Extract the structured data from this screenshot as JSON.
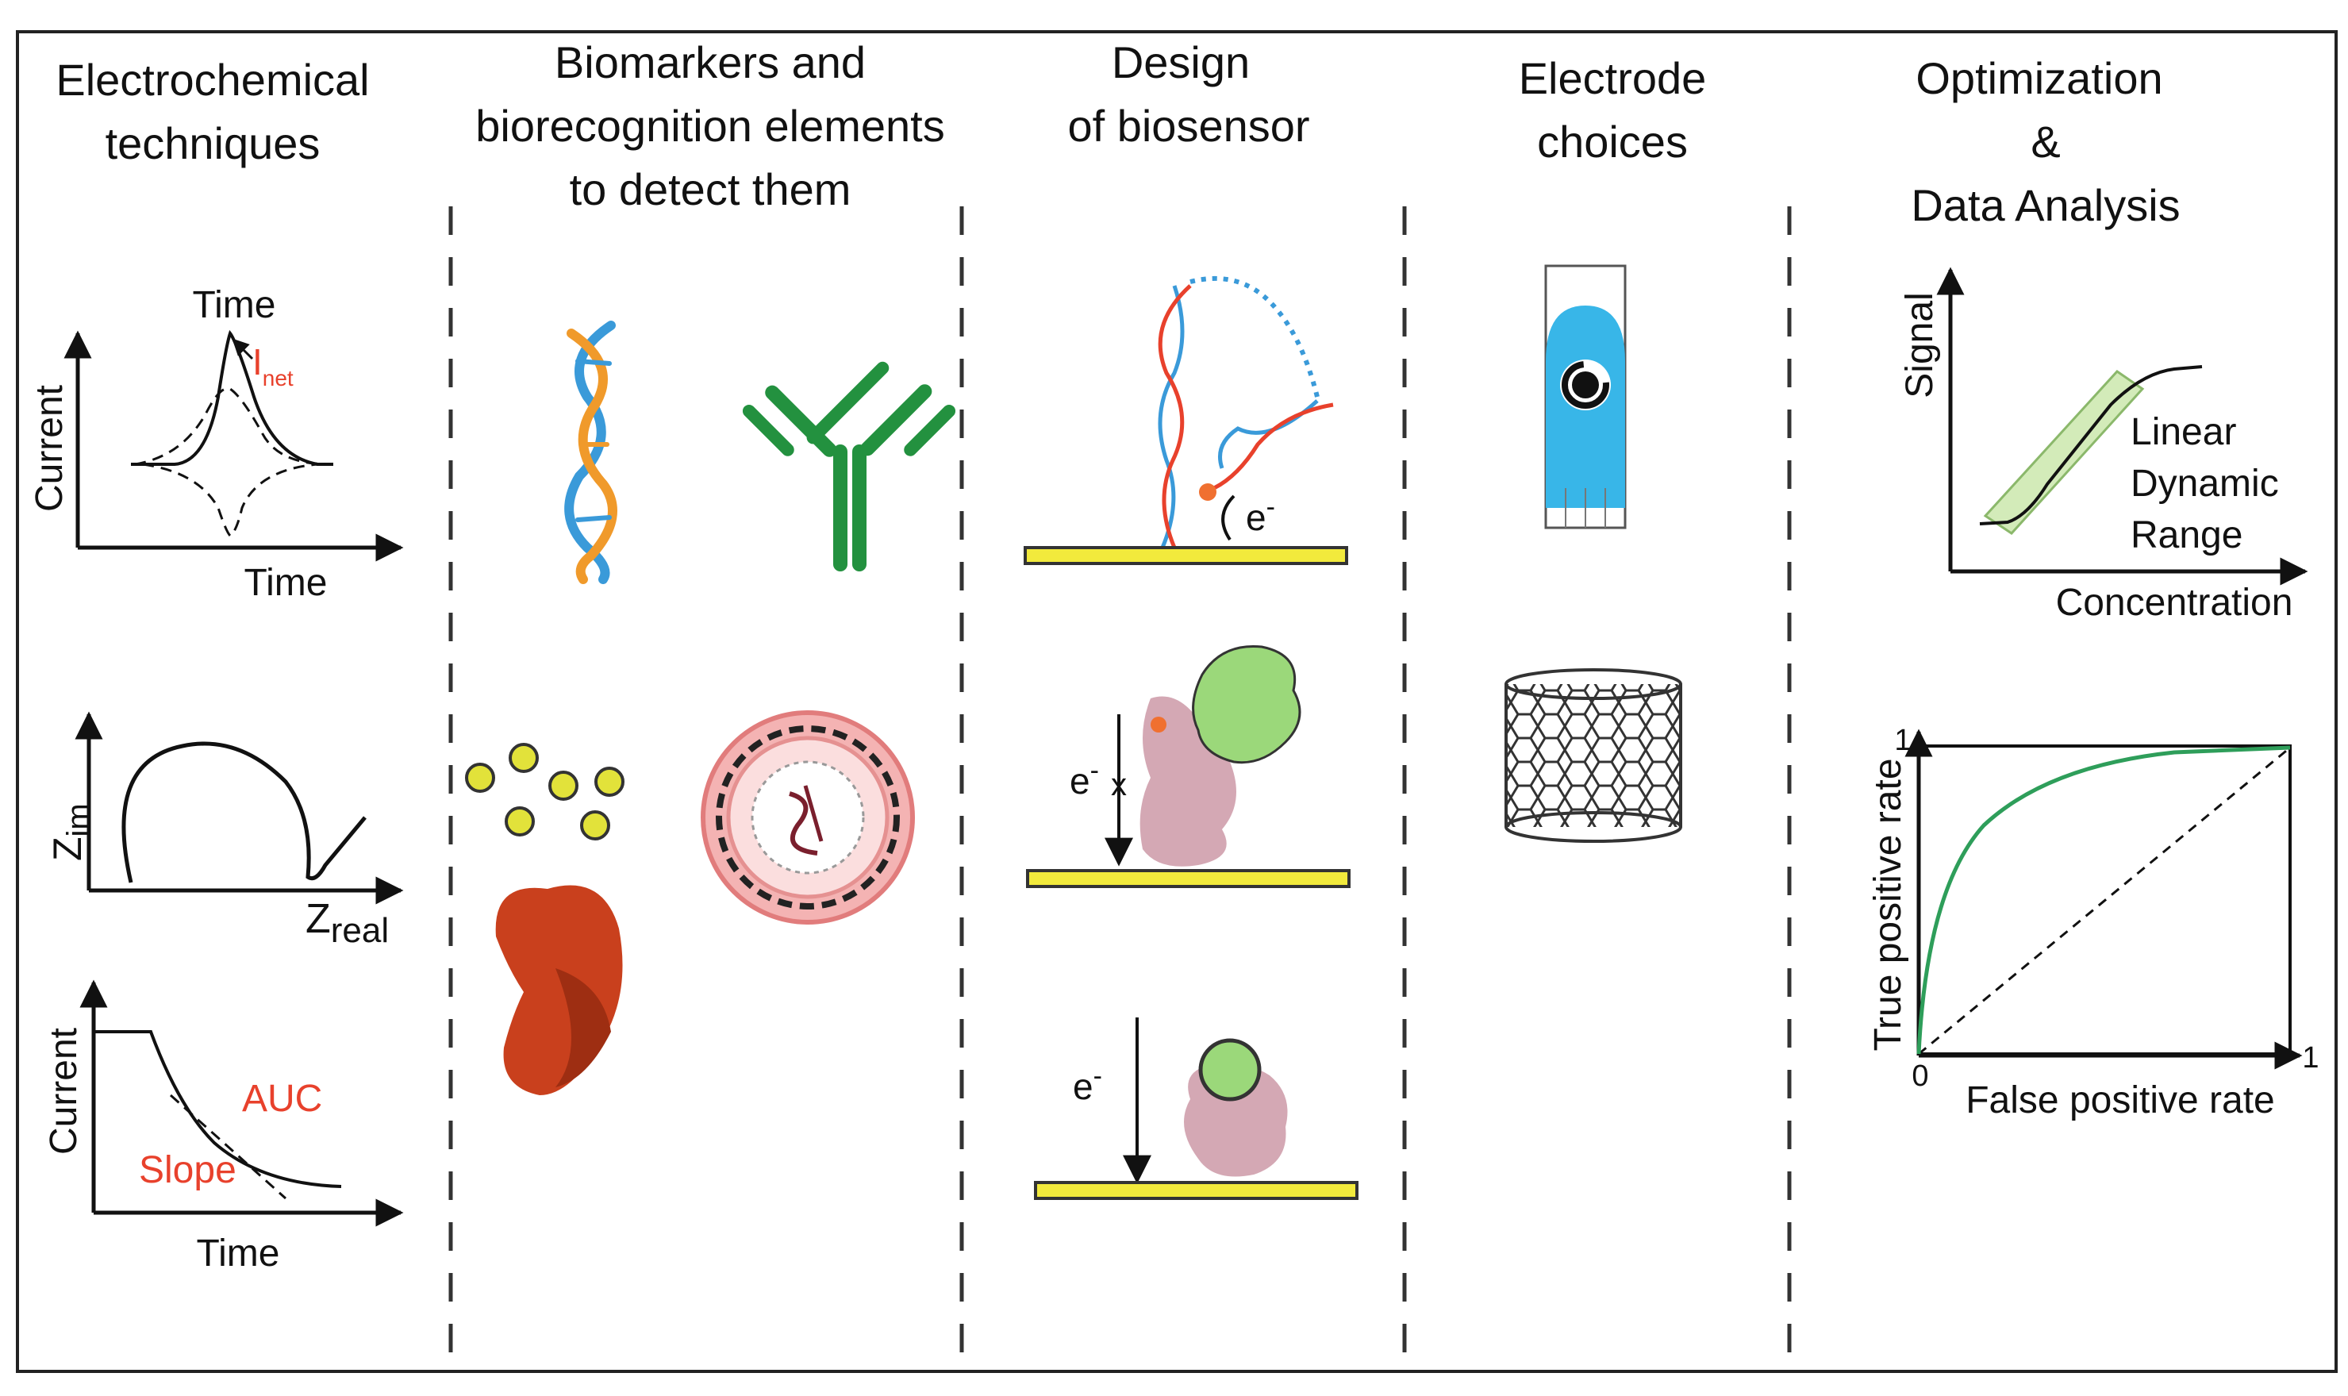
{
  "columns": {
    "col1": {
      "title_line1": "Electrochemical",
      "title_line2": "techniques"
    },
    "col2": {
      "title_line1": "Biomarkers and",
      "title_line2": "biorecognition elements",
      "title_line3": "to detect them"
    },
    "col3": {
      "title_line1": "Design",
      "title_line2": "of biosensor"
    },
    "col4": {
      "title_line1": "Electrode",
      "title_line2": "choices"
    },
    "col5": {
      "title_line1": "Optimization",
      "title_line2": "&",
      "title_line3": "Data Analysis"
    }
  },
  "voltammetry_plot": {
    "top_label": "Time",
    "i_main": "I",
    "i_sub": "net",
    "ylabel": "Current",
    "xlabel": "Time"
  },
  "impedance_plot": {
    "y_main": "Z",
    "y_sub": "im",
    "x_main": "Z",
    "x_sub": "real"
  },
  "chrono_plot": {
    "auc_label": "AUC",
    "slope_label": "Slope",
    "ylabel": "Current",
    "xlabel": "Time"
  },
  "biosensor_designs": {
    "electron_label": "e",
    "electron_sup": "-"
  },
  "calibration_plot": {
    "ylabel": "Signal",
    "xlabel": "Concentration",
    "range_line1": "Linear",
    "range_line2": "Dynamic",
    "range_line3": "Range"
  },
  "roc_plot": {
    "ylabel": "True positive rate",
    "xlabel": "False positive rate",
    "tick_zero": "0",
    "tick_one_x": "1",
    "tick_one_y": "1"
  },
  "colors": {
    "red_label": "#e8412c",
    "dna_blue": "#3a9ad9",
    "dna_orange": "#f09a2b",
    "antibody_green": "#23913f",
    "yellow_electrode": "#f2ea3c",
    "protein_pink": "#d4a8b4",
    "protein_green": "#9bd87a",
    "kidney_red": "#c9401d",
    "electrode_blue": "#38b6e8",
    "roc_green": "#2e9e5a"
  }
}
